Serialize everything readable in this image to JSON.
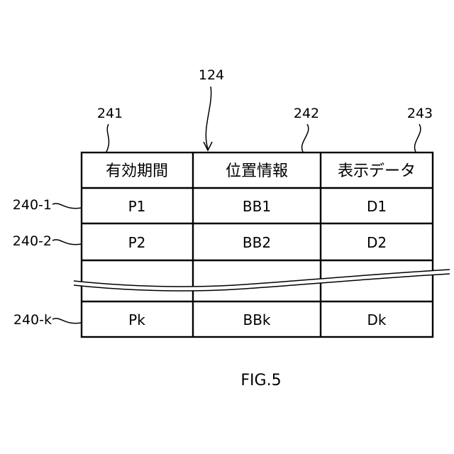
{
  "figure_label": "FIG.5",
  "table": {
    "ref": "124",
    "columns": [
      {
        "ref": "241",
        "header": "有効期間"
      },
      {
        "ref": "242",
        "header": "位置情報"
      },
      {
        "ref": "243",
        "header": "表示データ"
      }
    ],
    "rows": [
      {
        "ref": "240-1",
        "cells": [
          "P1",
          "BB1",
          "D1"
        ]
      },
      {
        "ref": "240-2",
        "cells": [
          "P2",
          "BB2",
          "D2"
        ]
      },
      {
        "ref": "240-k",
        "cells": [
          "Pk",
          "BBk",
          "Dk"
        ]
      }
    ]
  }
}
